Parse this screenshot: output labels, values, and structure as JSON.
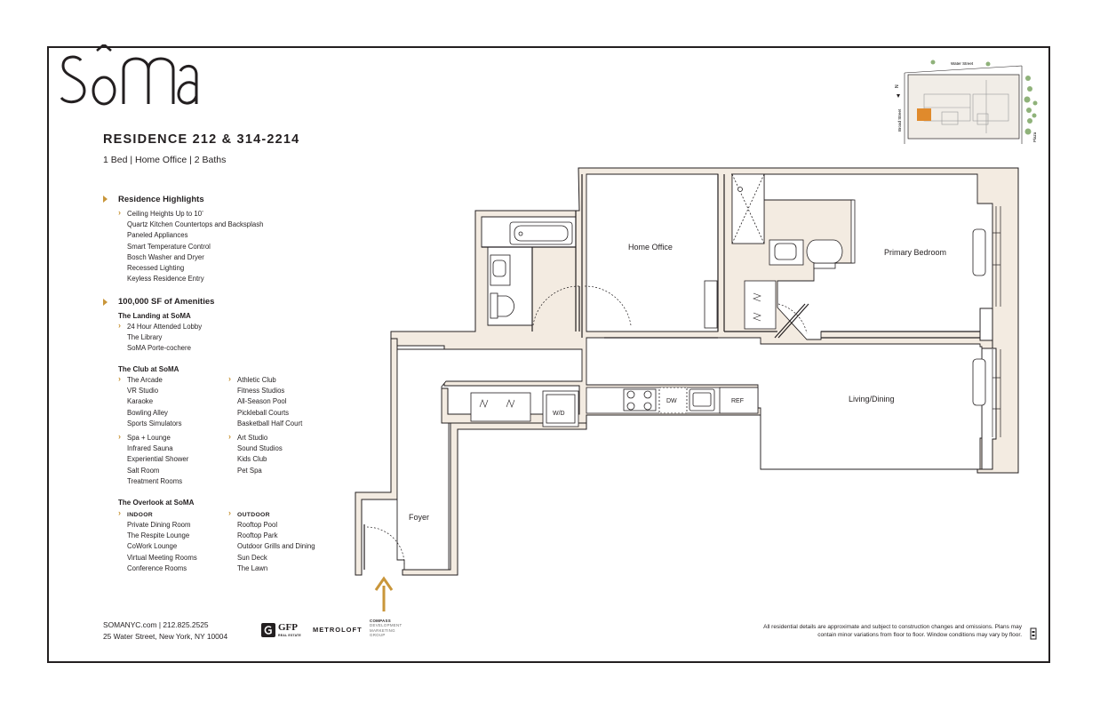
{
  "brand": {
    "logo_text": "SoMA"
  },
  "header": {
    "title": "RESIDENCE 212 & 314-2214",
    "subtitle": "1 Bed  |  Home Office  |  2 Baths"
  },
  "highlights": {
    "heading": "Residence Highlights",
    "items": [
      "Ceiling Heights Up to 10’",
      "Quartz Kitchen Countertops and Backsplash",
      "Paneled Appliances",
      "Smart Temperature Control",
      "Bosch Washer and Dryer",
      "Recessed Lighting",
      "Keyless Residence Entry"
    ]
  },
  "amenities": {
    "heading": "100,000 SF of Amenities",
    "landing": {
      "heading": "The Landing at SoMA",
      "items": [
        "24 Hour Attended Lobby",
        "The Library",
        "SoMA Porte-cochere"
      ]
    },
    "club": {
      "heading": "The Club at SoMA",
      "col1a": [
        "The Arcade",
        "VR Studio",
        "Karaoke",
        "Bowling Alley",
        "Sports Simulators"
      ],
      "col1b": [
        "Spa + Lounge",
        "Infrared Sauna",
        "Experiential Shower",
        "Salt Room",
        "Treatment Rooms"
      ],
      "col2a": [
        "Athletic Club",
        "Fitness Studios",
        "All-Season Pool",
        "Pickleball Courts",
        "Basketball Half Court"
      ],
      "col2b": [
        "Art Studio",
        "Sound Studios",
        "Kids Club",
        "Pet Spa"
      ]
    },
    "overlook": {
      "heading": "The Overlook at SoMA",
      "indoor_heading": "INDOOR",
      "indoor": [
        "Private Dining Room",
        "The Respite Lounge",
        "CoWork Lounge",
        "Virtual Meeting Rooms",
        "Conference Rooms"
      ],
      "outdoor_heading": "OUTDOOR",
      "outdoor": [
        "Rooftop Pool",
        "Rooftop Park",
        "Outdoor Grills and Dining",
        "Sun Deck",
        "The Lawn"
      ]
    }
  },
  "footer": {
    "contact_line": "SOMANYC.com  |  212.825.2525",
    "address_line": "25 Water Street, New York, NY 10004",
    "disclaimer": "All residential details are approximate and subject to construction changes and omissions. Plans may contain minor variations from floor to floor. Window conditions may vary by floor.",
    "partners": {
      "gfp": "GFP",
      "gfp_sub": "REAL ESTATE",
      "metroloft": "METROLOFT",
      "compass_1": "COMPASS",
      "compass_2": "DEVELOPMENT",
      "compass_3": "MARKETING",
      "compass_4": "GROUP"
    }
  },
  "floorplan": {
    "rooms": {
      "home_office": "Home Office",
      "primary_bedroom": "Primary Bedroom",
      "living_dining": "Living/Dining",
      "foyer": "Foyer"
    },
    "fixtures": {
      "washer_dryer": "W/D",
      "dishwasher": "DW",
      "refrigerator": "REF"
    }
  },
  "keyplan": {
    "street_top": "Water Street",
    "street_left": "Broad Street",
    "street_right": "Plaza",
    "north": "N"
  },
  "colors": {
    "accent": "#c9963a",
    "wall_fill": "#f3ebe1",
    "ink": "#231f20",
    "highlight_unit": "#e08a2c"
  }
}
